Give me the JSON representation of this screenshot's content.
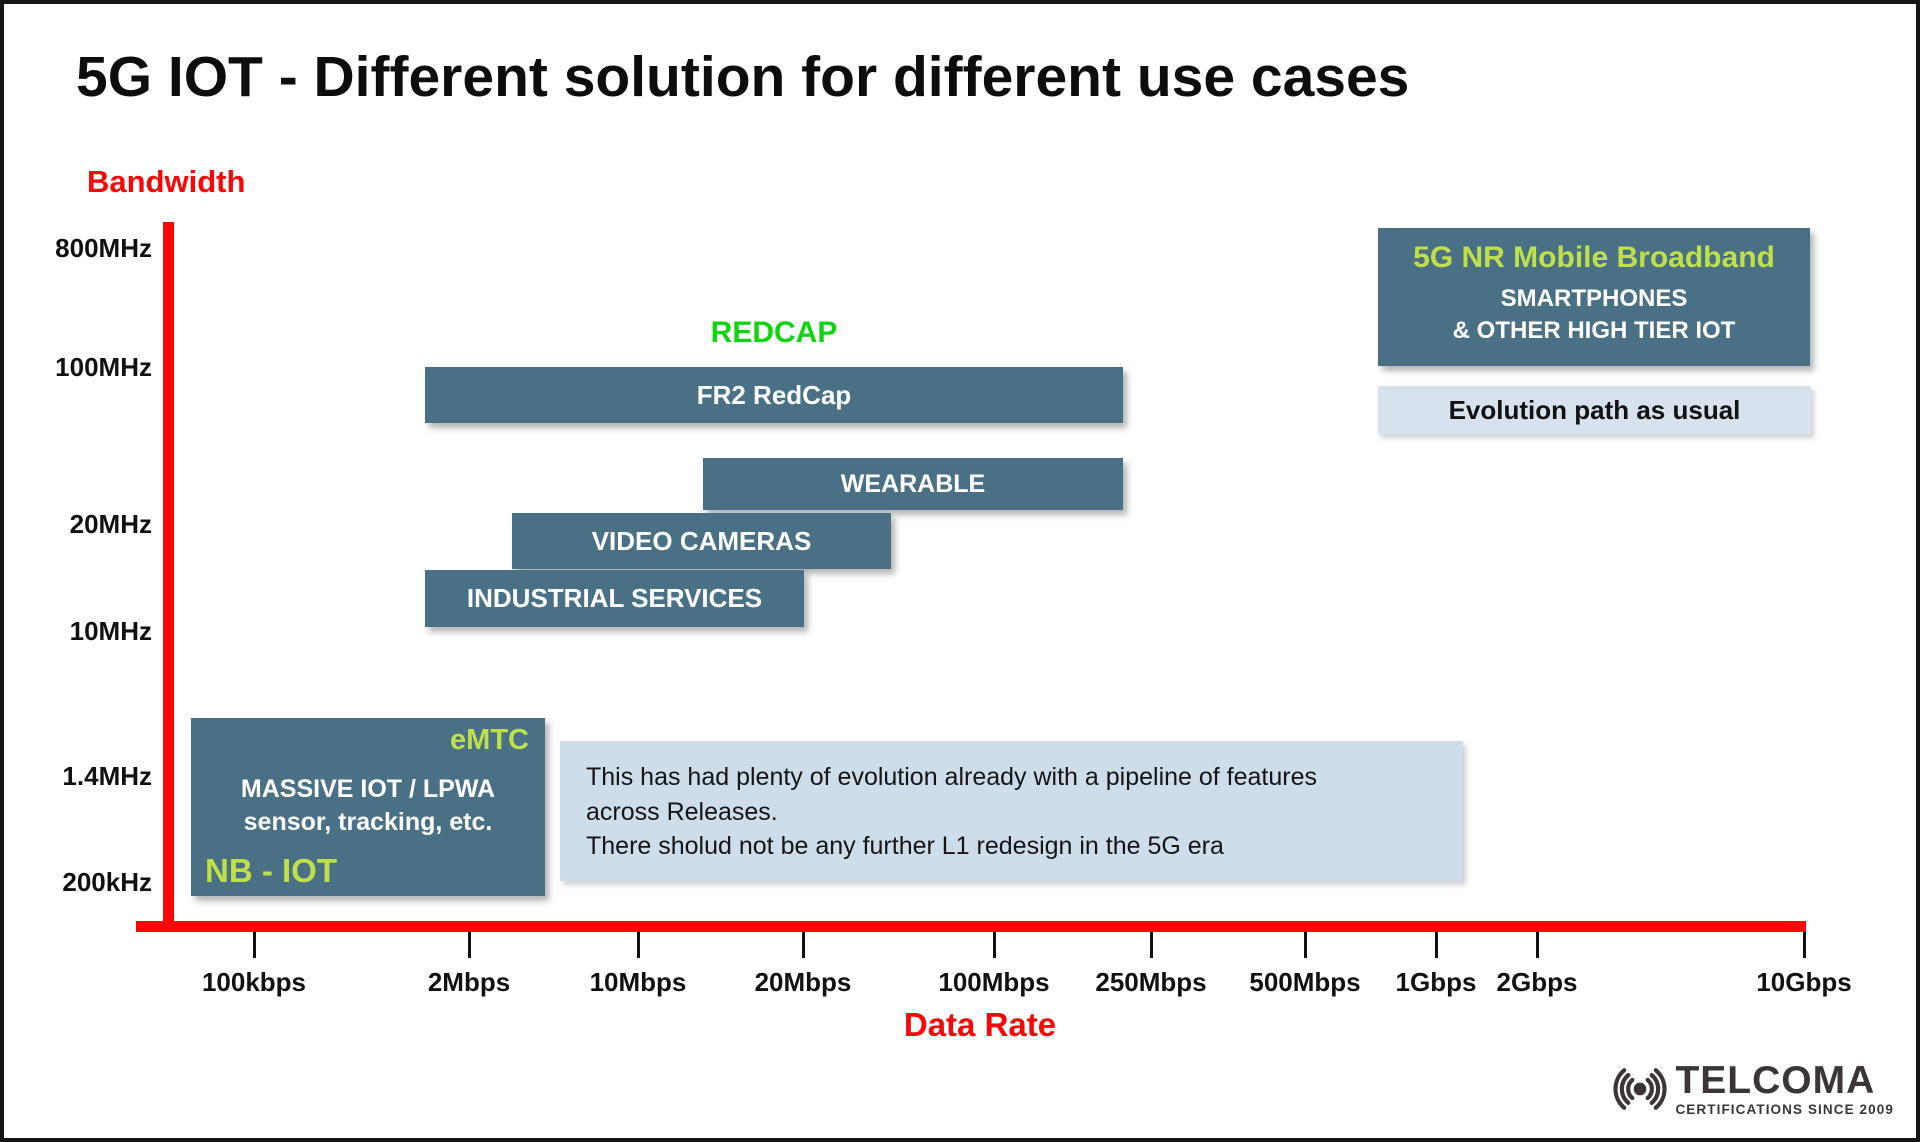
{
  "page": {
    "title": "5G IOT - Different solution for different use cases"
  },
  "axes": {
    "y_label": "Bandwidth",
    "x_label": "Data Rate",
    "y_ticks": [
      "800MHz",
      "100MHz",
      "20MHz",
      "10MHz",
      "1.4MHz",
      "200kHz"
    ],
    "x_ticks": [
      "100kbps",
      "2Mbps",
      "10Mbps",
      "20Mbps",
      "100Mbps",
      "250Mbps",
      "500Mbps",
      "1Gbps",
      "2Gbps",
      "10Gbps"
    ]
  },
  "redcap_label": "REDCAP",
  "bars": {
    "fr2": "FR2 RedCap",
    "wearable": "WEARABLE",
    "video": "VIDEO CAMERAS",
    "industrial": "INDUSTRIAL SERVICES"
  },
  "emtc_box": {
    "emtc": "eMTC",
    "body": "MASSIVE IOT / LPWA\nsensor, tracking, etc.",
    "nbiot": "NB - IOT"
  },
  "note_box": {
    "text": "This has had plenty of evolution already with a pipeline of features\nacross Releases.\nThere sholud not be any further L1 redesign in the 5G era"
  },
  "broadband_box": {
    "title": "5G NR Mobile Broadband",
    "body": "SMARTPHONES\n& OTHER HIGH TIER IOT"
  },
  "evolution_box": {
    "text": "Evolution path as usual"
  },
  "logo": {
    "wordmark": "TELCOMA",
    "tagline": "CERTIFICATIONS SINCE 2009"
  },
  "colors": {
    "axis_red": "#f90606",
    "box_slate": "#4a7086",
    "lime_green": "#bfe04a",
    "bright_green": "#10d410",
    "note_bg": "#cddde9",
    "evolution_bg": "#d6e3ee",
    "logo_dark": "#3b3538"
  },
  "chart_data": {
    "type": "area",
    "title": "5G IOT - Different solution for different use cases",
    "xlabel": "Data Rate",
    "ylabel": "Bandwidth",
    "x_ticks": [
      "100kbps",
      "2Mbps",
      "10Mbps",
      "20Mbps",
      "100Mbps",
      "250Mbps",
      "500Mbps",
      "1Gbps",
      "2Gbps",
      "10Gbps"
    ],
    "y_ticks": [
      "800MHz",
      "100MHz",
      "20MHz",
      "10MHz",
      "1.4MHz",
      "200kHz"
    ],
    "axis_scale": "categorical (not to scale), grid off",
    "regions": [
      {
        "label": "eMTC / NB - IOT",
        "description": "MASSIVE IOT / LPWA sensor, tracking, etc.",
        "x_range": [
          "<100kbps",
          "~2Mbps"
        ],
        "y_range": [
          "200kHz",
          "1.4MHz"
        ],
        "fill": "#4a7086"
      },
      {
        "label": "FR2 RedCap",
        "group": "REDCAP",
        "x_range": [
          "2Mbps",
          "~150Mbps"
        ],
        "y_range": [
          "~100MHz"
        ],
        "fill": "#4a7086"
      },
      {
        "label": "WEARABLE",
        "group": "REDCAP",
        "x_range": [
          "~15Mbps",
          "~150Mbps"
        ],
        "y_range": [
          "20MHz-100MHz"
        ],
        "fill": "#4a7086"
      },
      {
        "label": "VIDEO CAMERAS",
        "group": "REDCAP",
        "x_range": [
          "~5Mbps",
          "~60Mbps"
        ],
        "y_range": [
          "~20MHz"
        ],
        "fill": "#4a7086"
      },
      {
        "label": "INDUSTRIAL SERVICES",
        "group": "REDCAP",
        "x_range": [
          "2Mbps",
          "~20Mbps"
        ],
        "y_range": [
          "10MHz-20MHz"
        ],
        "fill": "#4a7086"
      },
      {
        "label": "5G NR Mobile Broadband",
        "description": "SMARTPHONES & OTHER HIGH TIER IOT",
        "x_range": [
          "~500Mbps",
          "10Gbps"
        ],
        "y_range": [
          "~800MHz"
        ],
        "fill": "#4a7086"
      }
    ],
    "annotations": [
      {
        "target": "5G NR Mobile Broadband",
        "text": "Evolution path as usual"
      },
      {
        "target": "eMTC / NB - IOT",
        "text": "This has had plenty of evolution already with a pipeline of features across Releases. There sholud not be any further L1 redesign in the 5G era"
      }
    ]
  }
}
